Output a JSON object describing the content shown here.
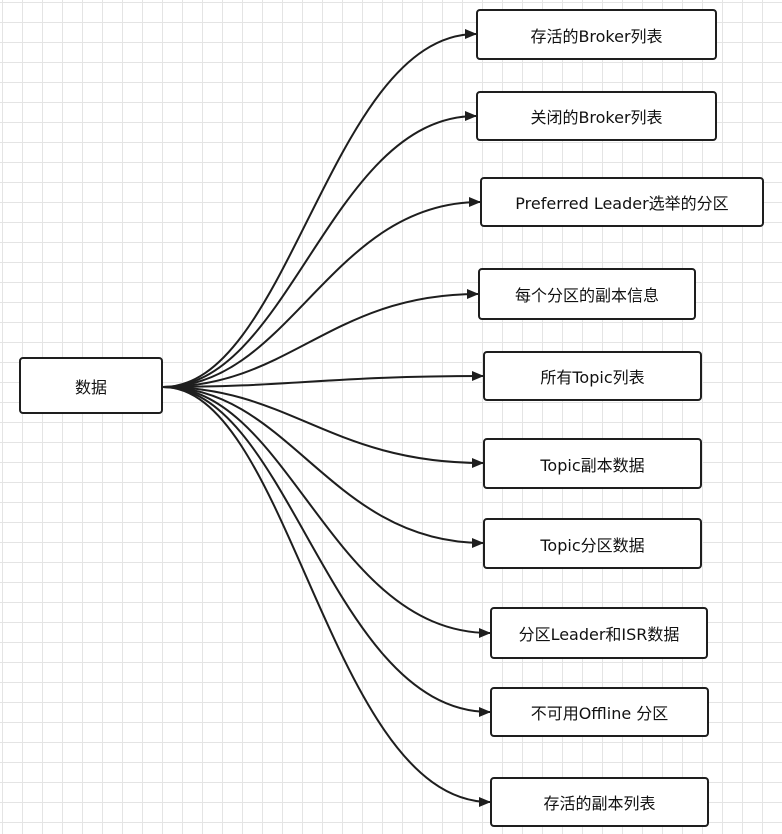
{
  "root": {
    "label": "数据"
  },
  "children": [
    {
      "label": "存活的Broker列表"
    },
    {
      "label": "关闭的Broker列表"
    },
    {
      "label": "Preferred Leader选举的分区"
    },
    {
      "label": "每个分区的副本信息"
    },
    {
      "label": "所有Topic列表"
    },
    {
      "label": "Topic副本数据"
    },
    {
      "label": "Topic分区数据"
    },
    {
      "label": "分区Leader和ISR数据"
    },
    {
      "label": "不可用Offline 分区"
    },
    {
      "label": "存活的副本列表"
    }
  ]
}
